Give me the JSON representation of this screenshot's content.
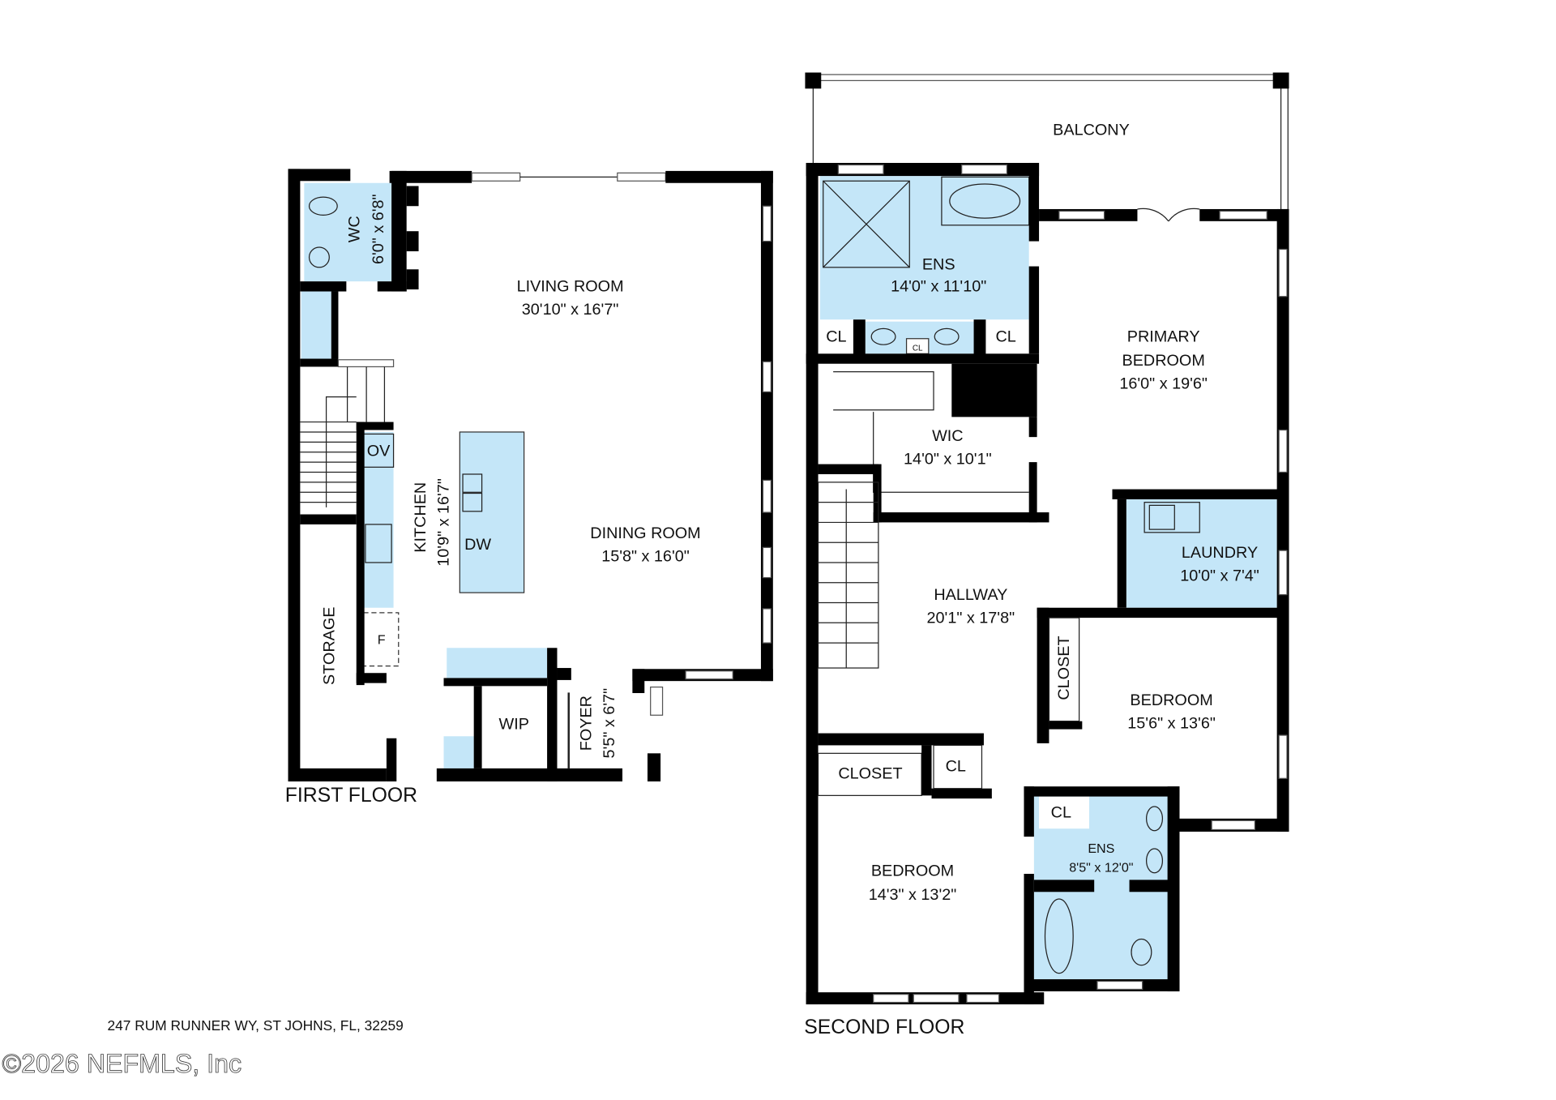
{
  "first_floor": {
    "title": "FIRST FLOOR",
    "rooms": {
      "wc": {
        "name": "WC",
        "size": "6'0\" x 6'8\""
      },
      "living": {
        "name": "LIVING ROOM",
        "size": "30'10\" x 16'7\""
      },
      "kitchen": {
        "name": "KITCHEN",
        "size": "10'9\" x 16'7\""
      },
      "dining": {
        "name": "DINING ROOM",
        "size": "15'8\" x 16'0\""
      },
      "storage": {
        "name": "STORAGE"
      },
      "wip": {
        "name": "WIP"
      },
      "foyer": {
        "name": "FOYER",
        "size": "5'5\" x 6'7\""
      }
    },
    "fixtures": {
      "oven": "OV",
      "dishwasher": "DW",
      "fridge": "F"
    }
  },
  "second_floor": {
    "title": "SECOND FLOOR",
    "rooms": {
      "balcony": {
        "name": "BALCONY"
      },
      "ens_primary": {
        "name": "ENS",
        "size": "14'0\" x 11'10\""
      },
      "primary": {
        "name": "PRIMARY",
        "name2": "BEDROOM",
        "size": "16'0\" x 19'6\""
      },
      "wic": {
        "name": "WIC",
        "size": "14'0\" x 10'1\""
      },
      "laundry": {
        "name": "LAUNDRY",
        "size": "10'0\" x 7'4\""
      },
      "hallway": {
        "name": "HALLWAY",
        "size": "20'1\" x 17'8\""
      },
      "bedroom2": {
        "name": "BEDROOM",
        "size": "15'6\" x 13'6\""
      },
      "bedroom3": {
        "name": "BEDROOM",
        "size": "14'3\" x 13'2\""
      },
      "ens2": {
        "name": "ENS",
        "size": "8'5\" x 12'0\""
      },
      "closet_a": {
        "name": "CLOSET"
      },
      "closet_b": {
        "name": "CLOSET"
      },
      "cl": "CL"
    }
  },
  "footer": {
    "address": "247 RUM RUNNER WY, ST JOHNS, FL, 32259",
    "copyright": "©2026 NEFMLS, Inc"
  },
  "colors": {
    "wall": "#000000",
    "wet_area": "#c4e6f8"
  }
}
